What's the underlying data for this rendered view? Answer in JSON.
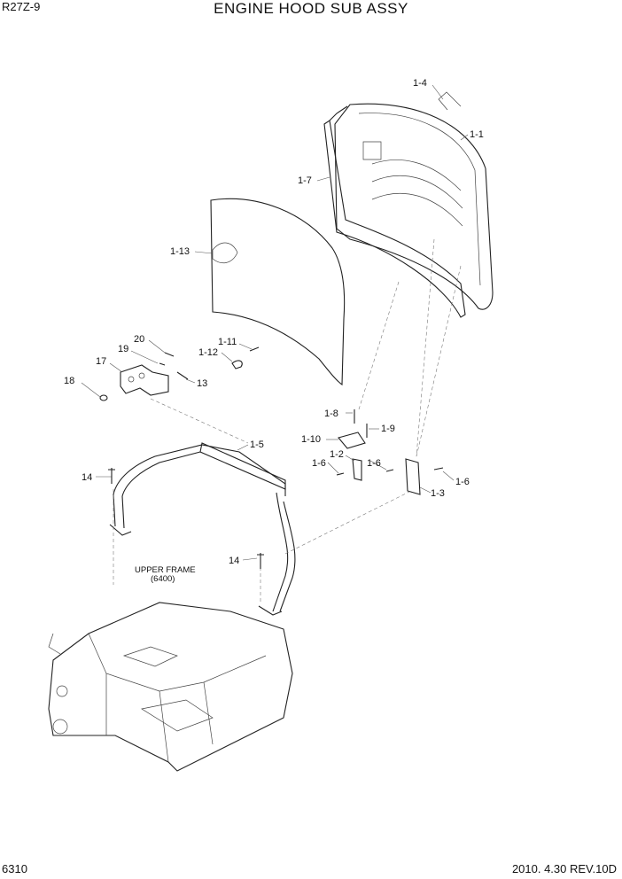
{
  "header": {
    "model": "R27Z-9",
    "title": "ENGINE HOOD SUB ASSY"
  },
  "footer": {
    "page": "6310",
    "date_rev": "2010. 4.30  REV.10D"
  },
  "part_labels": [
    "1-4",
    "1-1",
    "1-7",
    "1-13",
    "20",
    "19",
    "17",
    "18",
    "13",
    "1-11",
    "1-12",
    "1-8",
    "1-9",
    "1-10",
    "1-2",
    "1-6",
    "1-6",
    "1-6",
    "1-3",
    "1-5",
    "14",
    "14"
  ],
  "frame_label": {
    "line1": "UPPER FRAME",
    "line2": "(6400)"
  }
}
